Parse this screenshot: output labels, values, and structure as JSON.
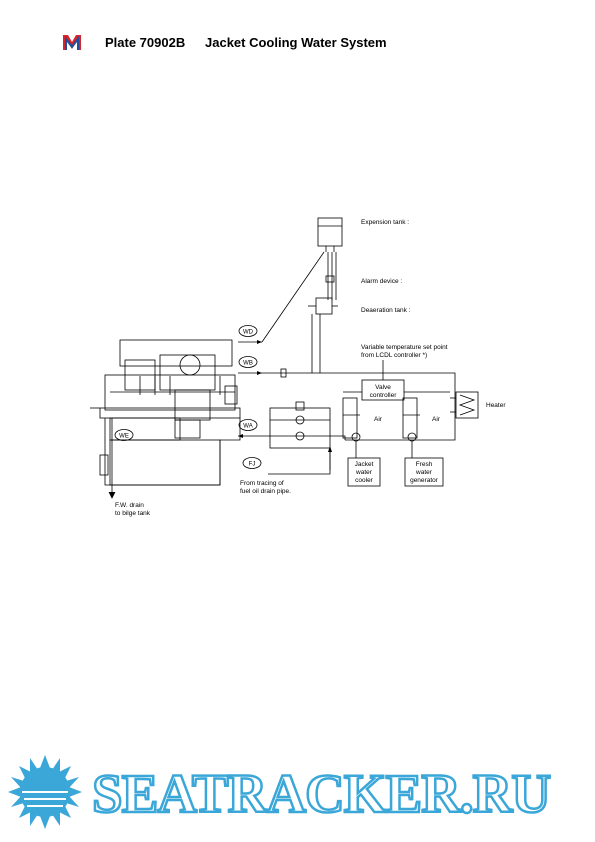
{
  "header": {
    "plate": "Plate 70902B",
    "title": "Jacket Cooling Water System",
    "logo_colors": [
      "#1f4e9c",
      "#d8232a"
    ]
  },
  "diagram": {
    "labels": {
      "expansion_tank": "Expension tank :",
      "alarm_device": "Alarm device :",
      "deaeration_tank": "Deaeration tank :",
      "variable_temp_1": "Variable temperature set point",
      "variable_temp_2": "from LCDL controller *)",
      "valve_controller_1": "Valve",
      "valve_controller_2": "controller",
      "heater": "Heater",
      "air_1": "Air",
      "air_2": "Air",
      "jacket_cooler_1": "Jacket",
      "jacket_cooler_2": "water",
      "jacket_cooler_3": "cooler",
      "fresh_gen_1": "Fresh",
      "fresh_gen_2": "water",
      "fresh_gen_3": "generator",
      "fj_note_1": "From tracing of",
      "fj_note_2": "fuel oil drain pipe.",
      "drain_note_1": "F.W. drain",
      "drain_note_2": "to bilge tank"
    },
    "connections": [
      "WD",
      "WB",
      "WA",
      "FJ",
      "WE"
    ]
  },
  "watermark": {
    "text": "SEATRACKER.RU",
    "color": "#3aa7d8"
  }
}
